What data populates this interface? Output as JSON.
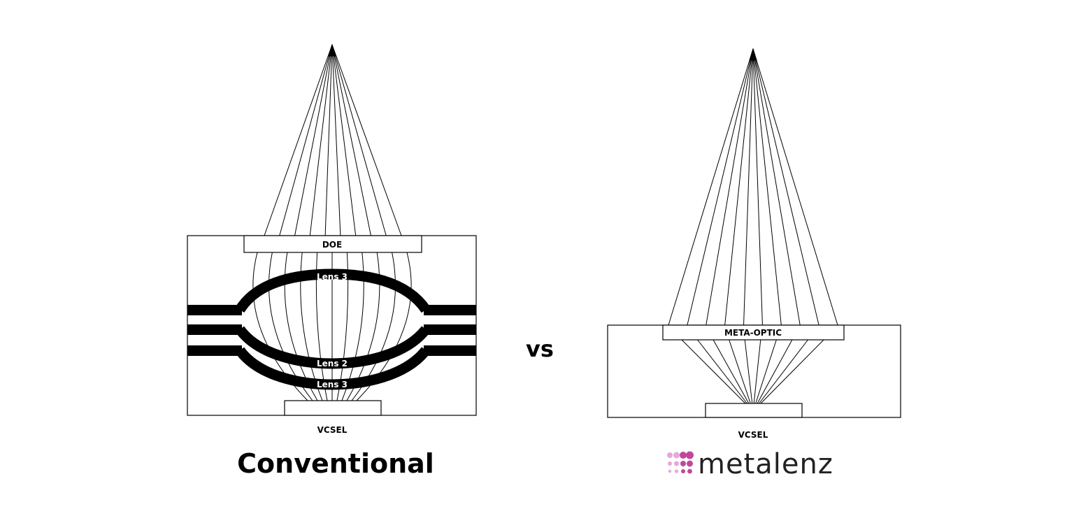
{
  "conventional": {
    "heading": "Conventional",
    "doe_label": "DOE",
    "lens_top_label": "Lens 3",
    "lens_mid_label": "Lens 2",
    "lens_bottom_label": "Lens 3",
    "source_label": "VCSEL"
  },
  "comparison": {
    "vs_label": "vs"
  },
  "metalenz": {
    "brand_name": "metalenz",
    "optic_label": "META-OPTIC",
    "source_label": "VCSEL",
    "brand_colors": {
      "light": "#E9A6D8",
      "dark": "#C0489C",
      "text": "#222222"
    }
  }
}
